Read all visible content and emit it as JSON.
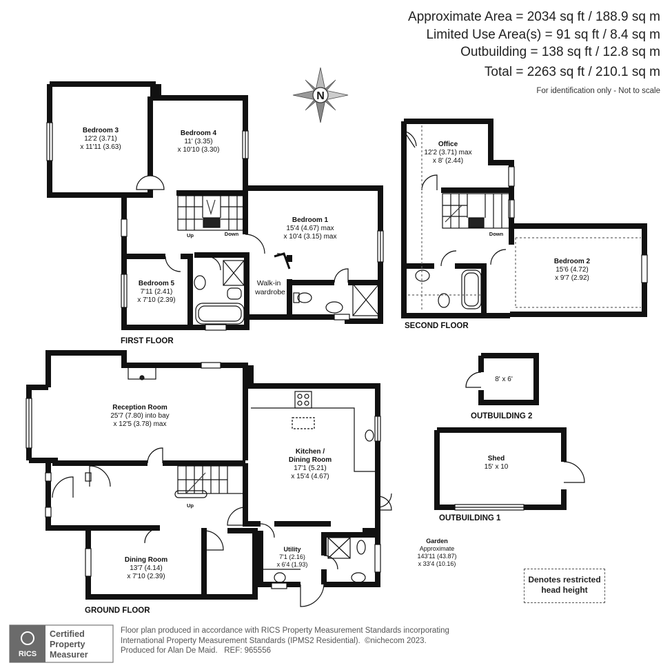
{
  "areas": {
    "approximate": "Approximate Area = 2034 sq ft / 188.9 sq m",
    "limited": "Limited Use Area(s) = 91 sq ft / 8.4 sq m",
    "outbuilding": "Outbuilding = 138 sq ft / 12.8 sq m",
    "total": "Total = 2263 sq ft / 210.1 sq m",
    "note": "For identification only - Not to scale"
  },
  "floors": {
    "first": "FIRST FLOOR",
    "second": "SECOND FLOOR",
    "ground": "GROUND FLOOR",
    "outbuilding2": "OUTBUILDING 2",
    "outbuilding1": "OUTBUILDING 1"
  },
  "rooms": {
    "bedroom3": {
      "name": "Bedroom 3",
      "d1": "12'2 (3.71)",
      "d2": "x 11'11 (3.63)"
    },
    "bedroom4": {
      "name": "Bedroom 4",
      "d1": "11' (3.35)",
      "d2": "x 10'10 (3.30)"
    },
    "bedroom1": {
      "name": "Bedroom 1",
      "d1": "15'4 (4.67) max",
      "d2": "x 10'4 (3.15) max"
    },
    "bedroom5": {
      "name": "Bedroom 5",
      "d1": "7'11 (2.41)",
      "d2": "x 7'10 (2.39)"
    },
    "walkin": {
      "l1": "Walk-in",
      "l2": "wardrobe"
    },
    "office": {
      "name": "Office",
      "d1": "12'2 (3.71) max",
      "d2": "x 8' (2.44)"
    },
    "bedroom2": {
      "name": "Bedroom 2",
      "d1": "15'6 (4.72)",
      "d2": "x 9'7 (2.92)"
    },
    "reception": {
      "name": "Reception Room",
      "d1": "25'7 (7.80) into bay",
      "d2": "x 12'5 (3.78) max"
    },
    "kitchen": {
      "l1": "Kitchen /",
      "l2": "Dining Room",
      "d1": "17'1 (5.21)",
      "d2": "x 15'4 (4.67)"
    },
    "dining": {
      "name": "Dining Room",
      "d1": "13'7 (4.14)",
      "d2": "x 7'10 (2.39)"
    },
    "utility": {
      "name": "Utility",
      "d1": "7'1 (2.16)",
      "d2": "x 6'4 (1.93)"
    },
    "shed": {
      "name": "Shed",
      "d1": "15' x 10"
    },
    "outb2": {
      "d1": "8' x 6'"
    },
    "garden": {
      "name": "Garden",
      "l2": "Approximate",
      "d1": "143'11 (43.87)",
      "d2": "x 33'4 (10.16)"
    }
  },
  "stairs": {
    "up": "Up",
    "down": "Down",
    "up2": "Down",
    "up_ground": "Up"
  },
  "compass": {
    "letter": "N"
  },
  "legend": {
    "l1": "Denotes restricted",
    "l2": "head height"
  },
  "badge": {
    "l1": "Certified",
    "l2": "Property",
    "l3": "Measurer",
    "logo": "RICS"
  },
  "footer": {
    "l1": "Floor plan produced in accordance with RICS Property Measurement Standards incorporating",
    "l2": "International Property Measurement Standards (IPMS2 Residential).  ©nichecom 2023.",
    "l3": "Produced for Alan De Maid.   REF: 965556"
  },
  "colors": {
    "wall": "#111111",
    "text": "#111111",
    "muted": "#555555"
  }
}
